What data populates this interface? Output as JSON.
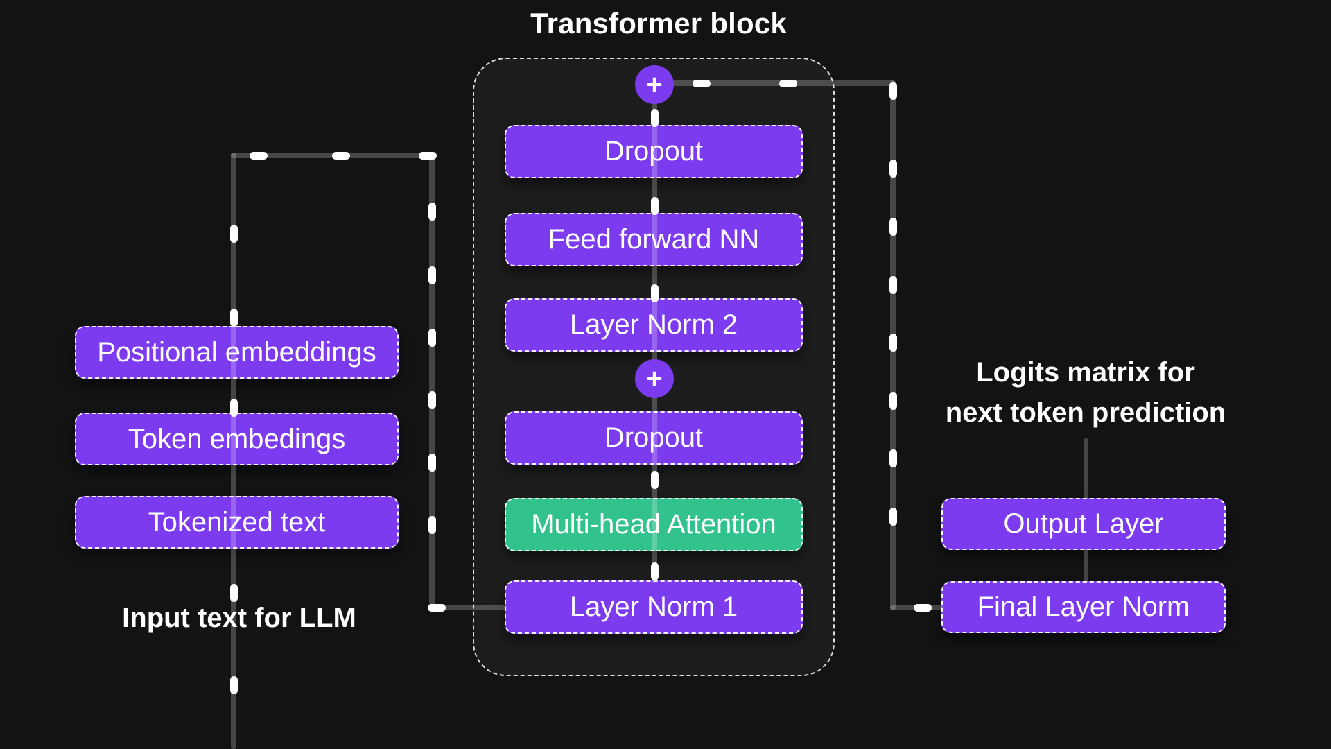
{
  "title": "Transformer block",
  "colors": {
    "bg": "#131314",
    "panel": "#1D1D1E",
    "purple": "#7D3BF0",
    "green": "#31C28E",
    "line": "rgba(255,255,255,0.22)",
    "dash": "#FFFFFF",
    "text": "#FFFFFF"
  },
  "transformer_block": {
    "residual_add_symbol": "+",
    "nodes": [
      "Dropout",
      "Feed forward NN",
      "Layer Norm 2",
      "Dropout",
      "Multi-head Attention",
      "Layer Norm 1"
    ],
    "highlighted_node": "Multi-head Attention"
  },
  "input_column": {
    "nodes": [
      "Positional embeddings",
      "Token embedings",
      "Tokenized text"
    ],
    "caption": "Input text for LLM"
  },
  "output_column": {
    "caption_line1": "Logits matrix for",
    "caption_line2": "next token prediction",
    "nodes": [
      "Output Layer",
      "Final Layer Norm"
    ]
  }
}
